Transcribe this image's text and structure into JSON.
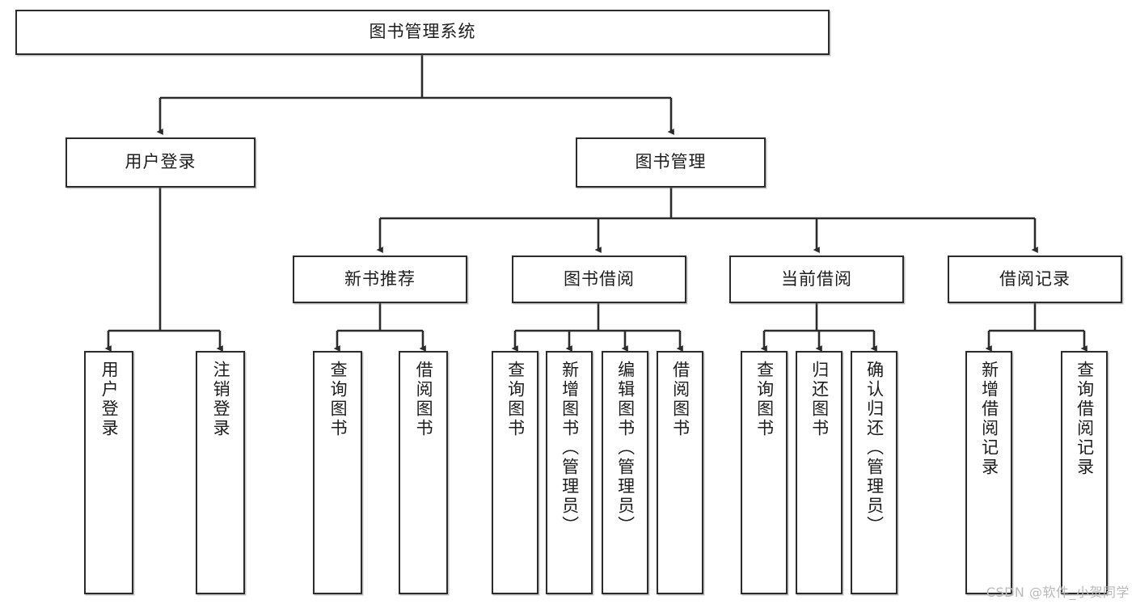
{
  "diagram": {
    "type": "tree",
    "title": "图书管理系统",
    "watermark": "CSDN @软件_小贺同学",
    "colors": {
      "box_border": "#2b2b2b",
      "box_fill": "#ffffff",
      "edge": "#2b2b2b",
      "watermark": "#b9b9b9"
    },
    "levels": {
      "root": {
        "label": "图书管理系统"
      },
      "level2": [
        {
          "label": "用户登录"
        },
        {
          "label": "图书管理"
        }
      ],
      "level3": [
        {
          "label": "新书推荐"
        },
        {
          "label": "图书借阅"
        },
        {
          "label": "当前借阅"
        },
        {
          "label": "借阅记录"
        }
      ],
      "leaves": [
        {
          "label": "用户登录",
          "parent": "用户登录"
        },
        {
          "label": "注销登录",
          "parent": "用户登录"
        },
        {
          "label": "查询图书",
          "parent": "新书推荐"
        },
        {
          "label": "借阅图书",
          "parent": "新书推荐"
        },
        {
          "label": "查询图书",
          "parent": "图书借阅"
        },
        {
          "label": "新增图书（管理员）",
          "parent": "图书借阅"
        },
        {
          "label": "编辑图书（管理员）",
          "parent": "图书借阅"
        },
        {
          "label": "借阅图书",
          "parent": "图书借阅"
        },
        {
          "label": "查询图书",
          "parent": "当前借阅"
        },
        {
          "label": "归还图书",
          "parent": "当前借阅"
        },
        {
          "label": "确认归还（管理员）",
          "parent": "当前借阅"
        },
        {
          "label": "新增借阅记录",
          "parent": "借阅记录"
        },
        {
          "label": "查询借阅记录",
          "parent": "借阅记录"
        }
      ]
    }
  }
}
